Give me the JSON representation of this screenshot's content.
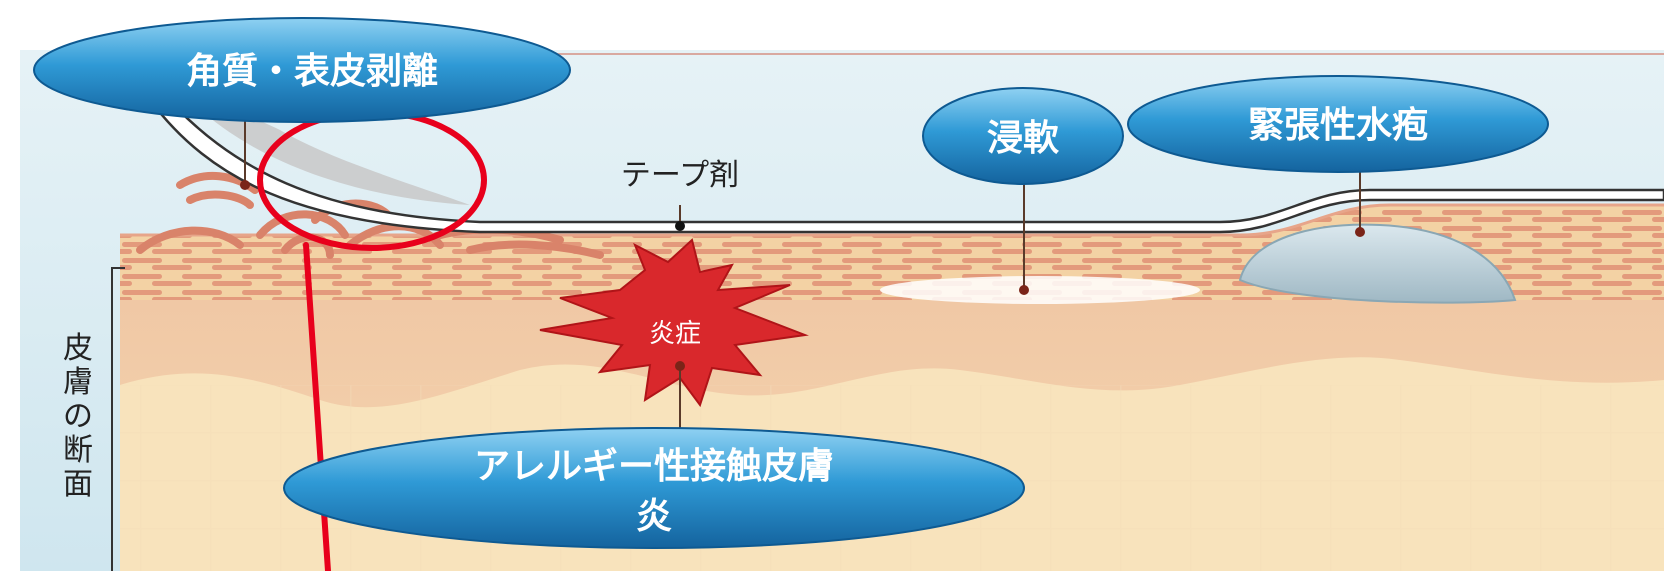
{
  "labels": {
    "stratum_stripping": "角質・表皮剥離",
    "maceration": "浸軟",
    "tension_blister": "緊張性水疱",
    "tape": "テープ剤",
    "inflammation": "炎症",
    "allergic_line1": "アレルギー性接触皮膚",
    "allergic_line2": "炎",
    "skin_section": [
      "皮",
      "膚",
      "の",
      "断",
      "面"
    ]
  },
  "colors": {
    "bubble": "#1f87c4",
    "bubble_light": "#5fb8e8",
    "highlight_ring": "#e8001c",
    "inflammation": "#d8262a",
    "sky": "#d7ebf2",
    "epidermis": "#f4c9a8",
    "dermis": "#f6dcae",
    "subcutis": "#f8e6c0",
    "brick": "#e0987a"
  }
}
